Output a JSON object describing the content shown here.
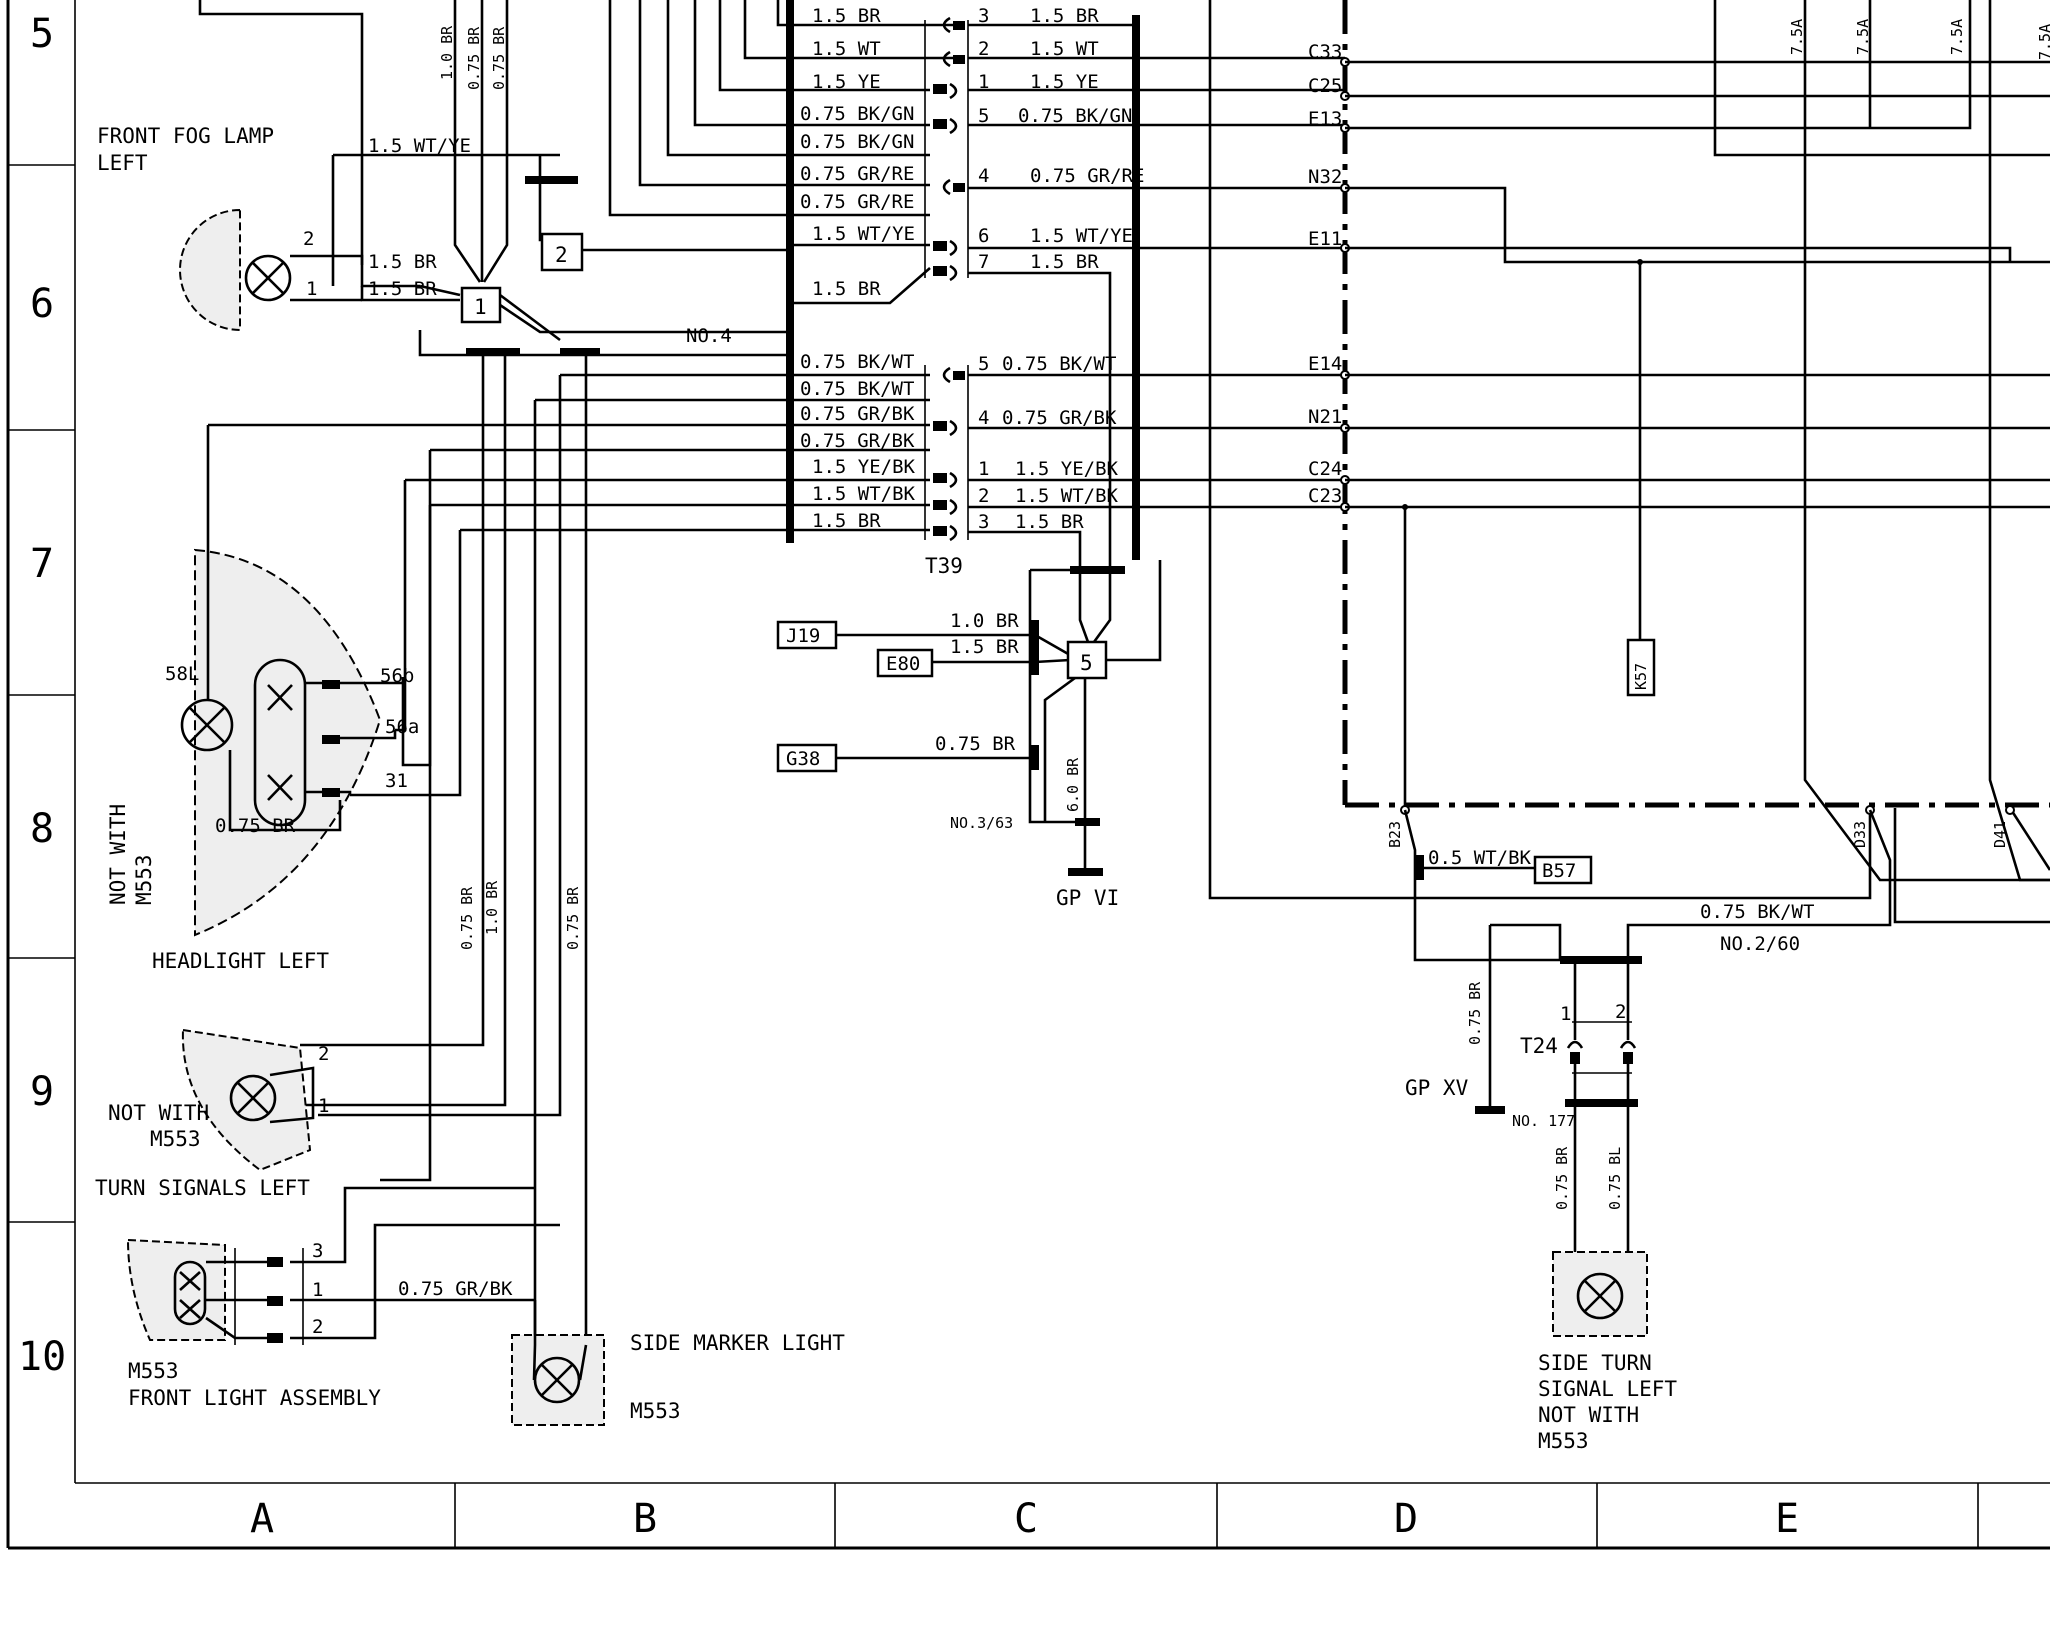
{
  "rows": [
    "5",
    "6",
    "7",
    "8",
    "9",
    "10"
  ],
  "columns": [
    "A",
    "B",
    "C",
    "D",
    "E"
  ],
  "components": {
    "fog_lamp": "FRONT FOG LAMP\nLEFT",
    "headlight": "HEADLIGHT LEFT",
    "headlight_note": "NOT WITH\nM553",
    "turn_signal": "TURN SIGNALS LEFT",
    "turn_note": "NOT WITH\nM553",
    "front_assembly": "M553\nFRONT LIGHT ASSEMBLY",
    "side_marker": "SIDE MARKER LIGHT",
    "side_marker_code": "M553",
    "side_turn": "SIDE TURN\nSIGNAL LEFT\nNOT WITH\nM553"
  },
  "connectors": {
    "t39": "T39",
    "t24": "T24"
  },
  "grounds": {
    "gp6": "GP VI",
    "gp15": "GP XV"
  },
  "nodes": {
    "n1": "1",
    "n2": "2",
    "n5": "5"
  },
  "boxes": {
    "j19": "J19",
    "e80": "E80",
    "g38": "G38",
    "k57": "K57",
    "b57": "B57"
  },
  "fuses": [
    "7.5A",
    "7.5A",
    "7.5A",
    "7.5A"
  ],
  "pins_right": [
    "C33",
    "C25",
    "E13",
    "N32",
    "E11",
    "E14",
    "N21",
    "C24",
    "C23"
  ],
  "pins_bottom": [
    "B23",
    "D33",
    "D41"
  ],
  "splices": {
    "no4": "NO.4",
    "no3_63": "NO.3/63",
    "no2_60": "NO.2/60",
    "no177": "NO. 177"
  },
  "t39_upper": [
    {
      "left": "1.5 BR",
      "pin": "3",
      "right": "1.5 BR"
    },
    {
      "left": "1.5 WT",
      "pin": "2",
      "right": "1.5 WT"
    },
    {
      "left": "1.5 YE",
      "pin": "1",
      "right": "1.5 YE"
    },
    {
      "left": "0.75 BK/GN",
      "pin": "5",
      "right": "0.75 BK/GN"
    },
    {
      "left": "0.75 BK/GN",
      "pin": "",
      "right": ""
    },
    {
      "left": "0.75 GR/RE",
      "pin": "4",
      "right": "0.75 GR/RE"
    },
    {
      "left": "0.75 GR/RE",
      "pin": "",
      "right": ""
    },
    {
      "left": "1.5 WT/YE",
      "pin": "6",
      "right": "1.5 WT/YE"
    },
    {
      "left": "",
      "pin": "7",
      "right": "1.5 BR"
    },
    {
      "left": "1.5 BR",
      "pin": "",
      "right": ""
    }
  ],
  "t39_lower": [
    {
      "left": "0.75 BK/WT",
      "pin": "5",
      "right": "0.75 BK/WT"
    },
    {
      "left": "0.75 BK/WT",
      "pin": "",
      "right": ""
    },
    {
      "left": "0.75 GR/BK",
      "pin": "4",
      "right": "0.75 GR/BK"
    },
    {
      "left": "0.75 GR/BK",
      "pin": "",
      "right": ""
    },
    {
      "left": "1.5 YE/BK",
      "pin": "1",
      "right": "1.5 YE/BK"
    },
    {
      "left": "1.5 WT/BK",
      "pin": "2",
      "right": "1.5 WT/BK"
    },
    {
      "left": "1.5 BR",
      "pin": "3",
      "right": "1.5 BR"
    }
  ],
  "wire_labels": {
    "top_v1": "1.0 BR",
    "top_v2": "0.75 BR",
    "top_v3": "0.75 BR",
    "fog_wtye": "1.5 WT/YE",
    "fog_br1": "1.5 BR",
    "fog_br2": "1.5 BR",
    "fog_pin1": "1",
    "fog_pin2": "2",
    "head_58l": "58L",
    "head_56b": "56b",
    "head_56a": "56a",
    "head_31": "31",
    "head_br": "0.75 BR",
    "v_075br": "0.75 BR",
    "v_10br": "1.0 BR",
    "v_075br_b": "0.75 BR",
    "turn_pin2": "2",
    "turn_pin1": "1",
    "asm_pin3": "3",
    "asm_pin1": "1",
    "asm_pin2": "2",
    "asm_grbk": "0.75 GR/BK",
    "j19_w": "1.0 BR",
    "e80_w": "1.5 BR",
    "g38_w": "0.75 BR",
    "gnd_60": "6.0 BR",
    "b57_w": "0.5 WT/BK",
    "bkwt_075": "0.75 BK/WT",
    "t24_pin1": "1",
    "t24_pin2": "2",
    "gp15_w": "0.75 BR",
    "st_br": "0.75 BR",
    "st_bl": "0.75 BL"
  }
}
